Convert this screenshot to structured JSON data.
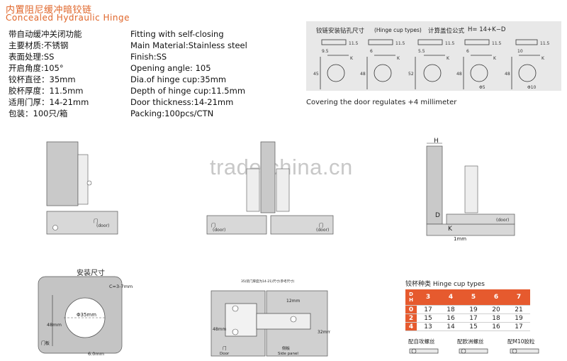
{
  "header": {
    "title_cn": "内置阻尼缓冲暗铰链",
    "title_en": "Concealed Hydraulic Hinge"
  },
  "specs_cn": [
    "带自动缓冲关闭功能",
    "主要材质:不锈钢",
    "表面处理:SS",
    "开启角度:105°",
    "铰杯直径：35mm",
    "胶杯厚度：11.5mm",
    "适用门厚：14-21mm",
    "包装：100只/箱"
  ],
  "specs_en": [
    "Fitting with self-closing",
    "Main Material:Stainless steel",
    "Finish:SS",
    "Opening angle: 105",
    "Dia.of hinge cup:35mm",
    "Depth of hinge cup:11.5mm",
    "Door thickness:14-21mm",
    "Packing:100pcs/CTN"
  ],
  "drill_panel": {
    "label_cn": "铰链安装钻孔尺寸",
    "label_en": "(Hinge cup types)",
    "formula_cn": "计算盖位公式",
    "formula": "H= 14+K−D",
    "dims_top": [
      "11.5",
      "11.5",
      "11.5",
      "11.5",
      "11.5"
    ],
    "dims_side": [
      "9.5",
      "6",
      "5.5",
      "6",
      "10"
    ],
    "dims_height": [
      "45",
      "48",
      "52",
      "48",
      "48"
    ],
    "k_label": "K",
    "hole_labels": [
      "Φ5",
      "Φ10"
    ]
  },
  "cover_note": "Covering the door regulates +4 millimeter",
  "watermark": "trade.china.cn",
  "diagrams": {
    "door_label": "(door)",
    "door_cn": "门",
    "h_label": "H",
    "d_label": "D",
    "k_label": "K",
    "one_mm": "1mm"
  },
  "install": {
    "title": "安装尺寸",
    "c_label": "C=3-7mm",
    "dia_label": "Φ35mm",
    "height_label": "48mm",
    "bottom_label": "6.0mm",
    "door_label": "门板"
  },
  "side_panel": {
    "top_label": "35(装门厚度为14-21)尺寸(参考尺寸)",
    "label_12": "12mm",
    "label_48": "48mm",
    "label_32": "32mm",
    "door_cn": "门",
    "door_en": "Door",
    "side_cn": "侧板",
    "side_en": "Side panel"
  },
  "cup_types": {
    "title_cn": "铰杯种类",
    "title_en": "Hinge cup types",
    "corner_d": "D",
    "corner_h": "H",
    "headers": [
      "3",
      "4",
      "5",
      "6",
      "7"
    ],
    "rows": [
      {
        "h": "0",
        "vals": [
          "17",
          "18",
          "19",
          "20",
          "21"
        ]
      },
      {
        "h": "2",
        "vals": [
          "15",
          "16",
          "17",
          "18",
          "19"
        ]
      },
      {
        "h": "4",
        "vals": [
          "13",
          "14",
          "15",
          "16",
          "17"
        ]
      }
    ],
    "screw_labels": [
      "配自攻螺丝",
      "配欧洲螺丝",
      "配M10胶粒"
    ]
  },
  "colors": {
    "accent": "#e65a2e",
    "title": "#e0662a"
  }
}
